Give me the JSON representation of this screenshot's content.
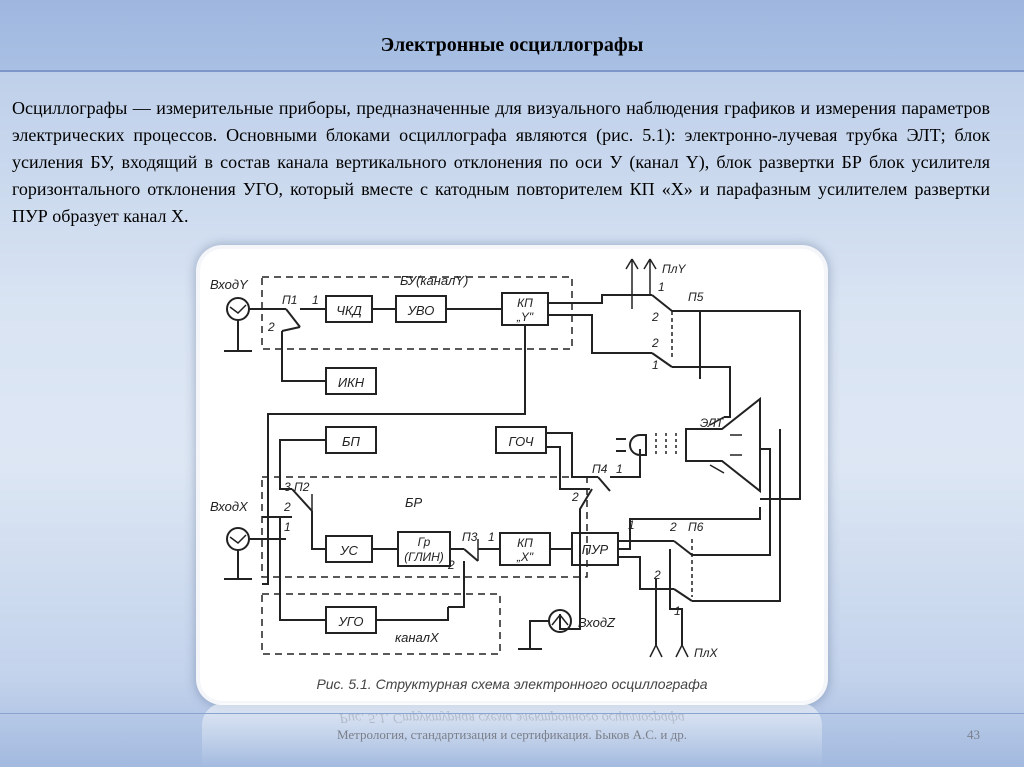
{
  "slide": {
    "title": "Электронные осциллографы",
    "body": "Осциллографы — измерительные приборы, предназначенные для визуального наблюдения графиков и измерения параметров электрических процессов. Основными блоками осциллографа являются (рис. 5.1): электронно-лучевая трубка ЭЛТ; блок усиления БУ, входящий в состав канала вертикального отклонения по оси У (канал Y), блок развертки БР блок усилителя горизонтального отклонения УГО, который вместе с катодным повторителем КП «Х» и парафазным усилителем развертки ПУР образует канал Х.",
    "footer": "Метрология, стандартизация и сертификация. Быков А.С. и др.",
    "slide_number": "43"
  },
  "diagram": {
    "caption": "Рис. 5.1. Структурная схема электронного осциллографа",
    "inputs": {
      "y": "ВходY",
      "x": "ВходX",
      "z": "ВходZ"
    },
    "groups": {
      "bu": "БУ(каналY)",
      "br": "БР",
      "kanal_x": "каналX"
    },
    "blocks": {
      "chkd": "ЧКД",
      "uvo": "УВО",
      "kp_y_1": "КП",
      "kp_y_2": "„Y\"",
      "ikn": "ИКН",
      "bp": "БП",
      "goch": "ГОЧ",
      "us": "УС",
      "gr_1": "Гр",
      "gr_2": "(ГЛИН)",
      "kp_x_1": "КП",
      "kp_x_2": "„X\"",
      "pur": "ПУР",
      "ugo": "УГО",
      "elt": "ЭЛТ"
    },
    "switches": {
      "p1": "П1",
      "p2": "П2",
      "p3": "П3",
      "p4": "П4",
      "p5": "П5",
      "p6": "П6"
    },
    "terminals": {
      "pl_y": "ПлY",
      "pl_x": "ПлX"
    },
    "pins": {
      "one": "1",
      "two": "2",
      "three": "3"
    }
  }
}
